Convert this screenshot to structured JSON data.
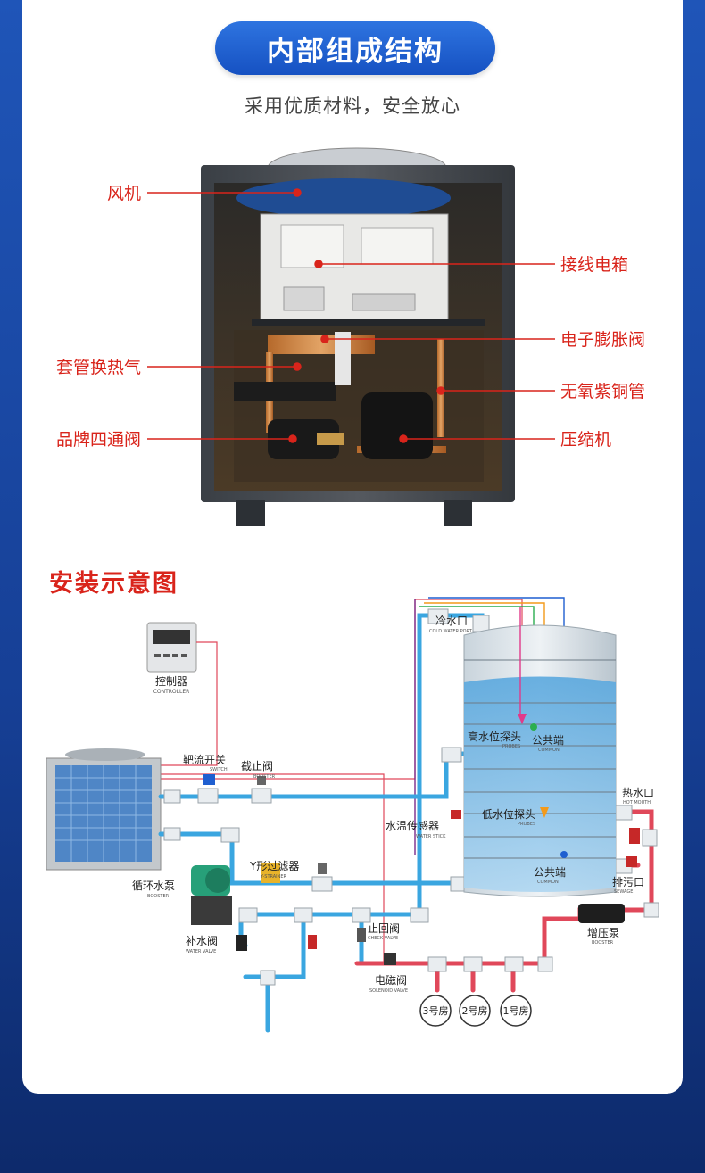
{
  "header": {
    "title": "内部组成结构",
    "subtitle": "采用优质材料，安全放心"
  },
  "structure": {
    "left_labels": [
      "风机",
      "套管换热气",
      "品牌四通阀"
    ],
    "right_labels": [
      "接线电箱",
      "电子膨胀阀",
      "无氧紫铜管",
      "压缩机"
    ]
  },
  "install": {
    "title": "安装示意图",
    "controller": {
      "cn": "控制器",
      "en": "CONTROLLER"
    },
    "target_switch": {
      "cn": "靶流开关",
      "en": "SWITCH"
    },
    "stop_valve": {
      "cn": "截止阀",
      "en": "BOOSTER"
    },
    "circ_pump": {
      "cn": "循环水泵",
      "en": "BOOSTER"
    },
    "y_strainer": {
      "cn": "Y形过滤器",
      "en": "Y-STRAINER"
    },
    "makeup_valve": {
      "cn": "补水阀",
      "en": "WATER VALVE"
    },
    "check_valve": {
      "cn": "止回阀",
      "en": "CHECK VALVE"
    },
    "solenoid": {
      "cn": "电磁阀",
      "en": "SOLENOID VALVE"
    },
    "cold_port": {
      "cn": "冷水口",
      "en": "COLD WATER PORT"
    },
    "high_probe": {
      "cn": "高水位探头",
      "en": "PROBES"
    },
    "common1": {
      "cn": "公共端",
      "en": "COMMON"
    },
    "low_probe": {
      "cn": "低水位探头",
      "en": "PROBES"
    },
    "common2": {
      "cn": "公共端",
      "en": "COMMON"
    },
    "temp_sensor": {
      "cn": "水温传感器",
      "en": "WATER STICK"
    },
    "hot_port": {
      "cn": "热水口",
      "en": "HOT MOUTH"
    },
    "drain": {
      "cn": "排污口",
      "en": "SEWAGE"
    },
    "booster_pump": {
      "cn": "增压泵",
      "en": "BOOSTER"
    },
    "rooms": [
      "3号房",
      "2号房",
      "1号房"
    ]
  },
  "colors": {
    "accent_blue": "#1651c2",
    "label_red": "#d9241b",
    "pipe_blue": "#3aa6e0",
    "pipe_red": "#e0485a"
  }
}
